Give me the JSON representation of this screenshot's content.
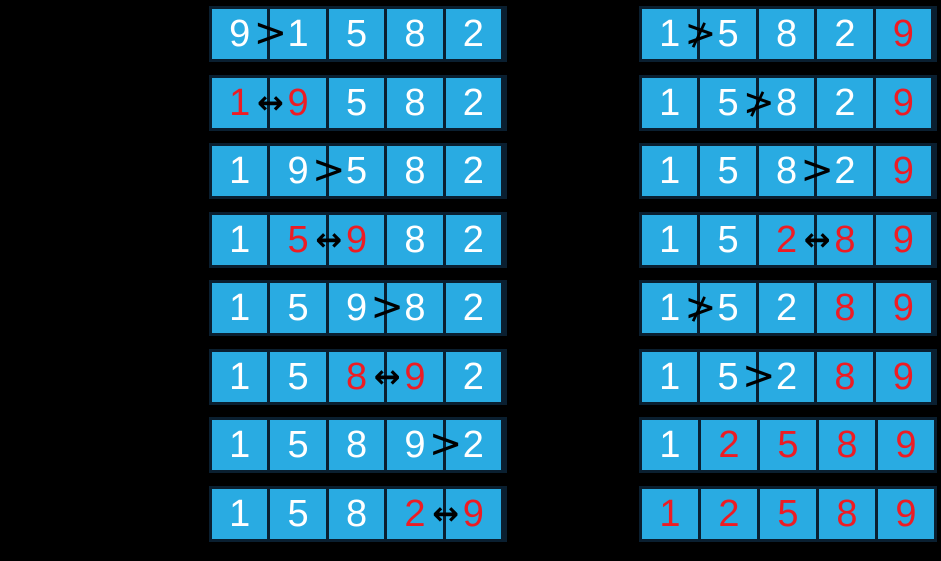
{
  "title": "bubble-sort-passes",
  "colors": {
    "background": "#000000",
    "cell_fill": "#29abe2",
    "cell_border": "#0a1f30",
    "digit_default": "#ffffff",
    "digit_highlight": "#ed1c24",
    "operator": "#000000"
  },
  "operators_used": [
    {
      "name": "greater-than",
      "symbol": ">"
    },
    {
      "name": "not-greater-than",
      "symbol": "≯"
    },
    {
      "name": "swap",
      "symbol": "↔"
    }
  ],
  "columns": [
    {
      "side": "left",
      "rows": [
        {
          "cells": [
            {
              "value": "9",
              "highlight": false
            },
            {
              "value": "1",
              "highlight": false
            },
            {
              "value": "5",
              "highlight": false
            },
            {
              "value": "8",
              "highlight": false
            },
            {
              "value": "2",
              "highlight": false
            }
          ],
          "operator": {
            "symbol": ">",
            "name": "greater-than",
            "after_index": 0
          }
        },
        {
          "cells": [
            {
              "value": "1",
              "highlight": true
            },
            {
              "value": "9",
              "highlight": true
            },
            {
              "value": "5",
              "highlight": false
            },
            {
              "value": "8",
              "highlight": false
            },
            {
              "value": "2",
              "highlight": false
            }
          ],
          "operator": {
            "symbol": "↔",
            "name": "swap",
            "after_index": 0
          }
        },
        {
          "cells": [
            {
              "value": "1",
              "highlight": false
            },
            {
              "value": "9",
              "highlight": false
            },
            {
              "value": "5",
              "highlight": false
            },
            {
              "value": "8",
              "highlight": false
            },
            {
              "value": "2",
              "highlight": false
            }
          ],
          "operator": {
            "symbol": ">",
            "name": "greater-than",
            "after_index": 1
          }
        },
        {
          "cells": [
            {
              "value": "1",
              "highlight": false
            },
            {
              "value": "5",
              "highlight": true
            },
            {
              "value": "9",
              "highlight": true
            },
            {
              "value": "8",
              "highlight": false
            },
            {
              "value": "2",
              "highlight": false
            }
          ],
          "operator": {
            "symbol": "↔",
            "name": "swap",
            "after_index": 1
          }
        },
        {
          "cells": [
            {
              "value": "1",
              "highlight": false
            },
            {
              "value": "5",
              "highlight": false
            },
            {
              "value": "9",
              "highlight": false
            },
            {
              "value": "8",
              "highlight": false
            },
            {
              "value": "2",
              "highlight": false
            }
          ],
          "operator": {
            "symbol": ">",
            "name": "greater-than",
            "after_index": 2
          }
        },
        {
          "cells": [
            {
              "value": "1",
              "highlight": false
            },
            {
              "value": "5",
              "highlight": false
            },
            {
              "value": "8",
              "highlight": true
            },
            {
              "value": "9",
              "highlight": true
            },
            {
              "value": "2",
              "highlight": false
            }
          ],
          "operator": {
            "symbol": "↔",
            "name": "swap",
            "after_index": 2
          }
        },
        {
          "cells": [
            {
              "value": "1",
              "highlight": false
            },
            {
              "value": "5",
              "highlight": false
            },
            {
              "value": "8",
              "highlight": false
            },
            {
              "value": "9",
              "highlight": false
            },
            {
              "value": "2",
              "highlight": false
            }
          ],
          "operator": {
            "symbol": ">",
            "name": "greater-than",
            "after_index": 3
          }
        },
        {
          "cells": [
            {
              "value": "1",
              "highlight": false
            },
            {
              "value": "5",
              "highlight": false
            },
            {
              "value": "8",
              "highlight": false
            },
            {
              "value": "2",
              "highlight": true
            },
            {
              "value": "9",
              "highlight": true
            }
          ],
          "operator": {
            "symbol": "↔",
            "name": "swap",
            "after_index": 3
          }
        }
      ]
    },
    {
      "side": "right",
      "rows": [
        {
          "cells": [
            {
              "value": "1",
              "highlight": false
            },
            {
              "value": "5",
              "highlight": false
            },
            {
              "value": "8",
              "highlight": false
            },
            {
              "value": "2",
              "highlight": false
            },
            {
              "value": "9",
              "highlight": true
            }
          ],
          "operator": {
            "symbol": "≯",
            "name": "not-greater-than",
            "after_index": 0
          }
        },
        {
          "cells": [
            {
              "value": "1",
              "highlight": false
            },
            {
              "value": "5",
              "highlight": false
            },
            {
              "value": "8",
              "highlight": false
            },
            {
              "value": "2",
              "highlight": false
            },
            {
              "value": "9",
              "highlight": true
            }
          ],
          "operator": {
            "symbol": "≯",
            "name": "not-greater-than",
            "after_index": 1
          }
        },
        {
          "cells": [
            {
              "value": "1",
              "highlight": false
            },
            {
              "value": "5",
              "highlight": false
            },
            {
              "value": "8",
              "highlight": false
            },
            {
              "value": "2",
              "highlight": false
            },
            {
              "value": "9",
              "highlight": true
            }
          ],
          "operator": {
            "symbol": ">",
            "name": "greater-than",
            "after_index": 2
          }
        },
        {
          "cells": [
            {
              "value": "1",
              "highlight": false
            },
            {
              "value": "5",
              "highlight": false
            },
            {
              "value": "2",
              "highlight": true
            },
            {
              "value": "8",
              "highlight": true
            },
            {
              "value": "9",
              "highlight": true
            }
          ],
          "operator": {
            "symbol": "↔",
            "name": "swap",
            "after_index": 2
          }
        },
        {
          "cells": [
            {
              "value": "1",
              "highlight": false
            },
            {
              "value": "5",
              "highlight": false
            },
            {
              "value": "2",
              "highlight": false
            },
            {
              "value": "8",
              "highlight": true
            },
            {
              "value": "9",
              "highlight": true
            }
          ],
          "operator": {
            "symbol": "≯",
            "name": "not-greater-than",
            "after_index": 0
          }
        },
        {
          "cells": [
            {
              "value": "1",
              "highlight": false
            },
            {
              "value": "5",
              "highlight": false
            },
            {
              "value": "2",
              "highlight": false
            },
            {
              "value": "8",
              "highlight": true
            },
            {
              "value": "9",
              "highlight": true
            }
          ],
          "operator": {
            "symbol": ">",
            "name": "greater-than",
            "after_index": 1
          }
        },
        {
          "cells": [
            {
              "value": "1",
              "highlight": false
            },
            {
              "value": "2",
              "highlight": true
            },
            {
              "value": "5",
              "highlight": true
            },
            {
              "value": "8",
              "highlight": true
            },
            {
              "value": "9",
              "highlight": true
            }
          ],
          "operator": null
        },
        {
          "cells": [
            {
              "value": "1",
              "highlight": true
            },
            {
              "value": "2",
              "highlight": true
            },
            {
              "value": "5",
              "highlight": true
            },
            {
              "value": "8",
              "highlight": true
            },
            {
              "value": "9",
              "highlight": true
            }
          ],
          "operator": null
        }
      ]
    }
  ]
}
